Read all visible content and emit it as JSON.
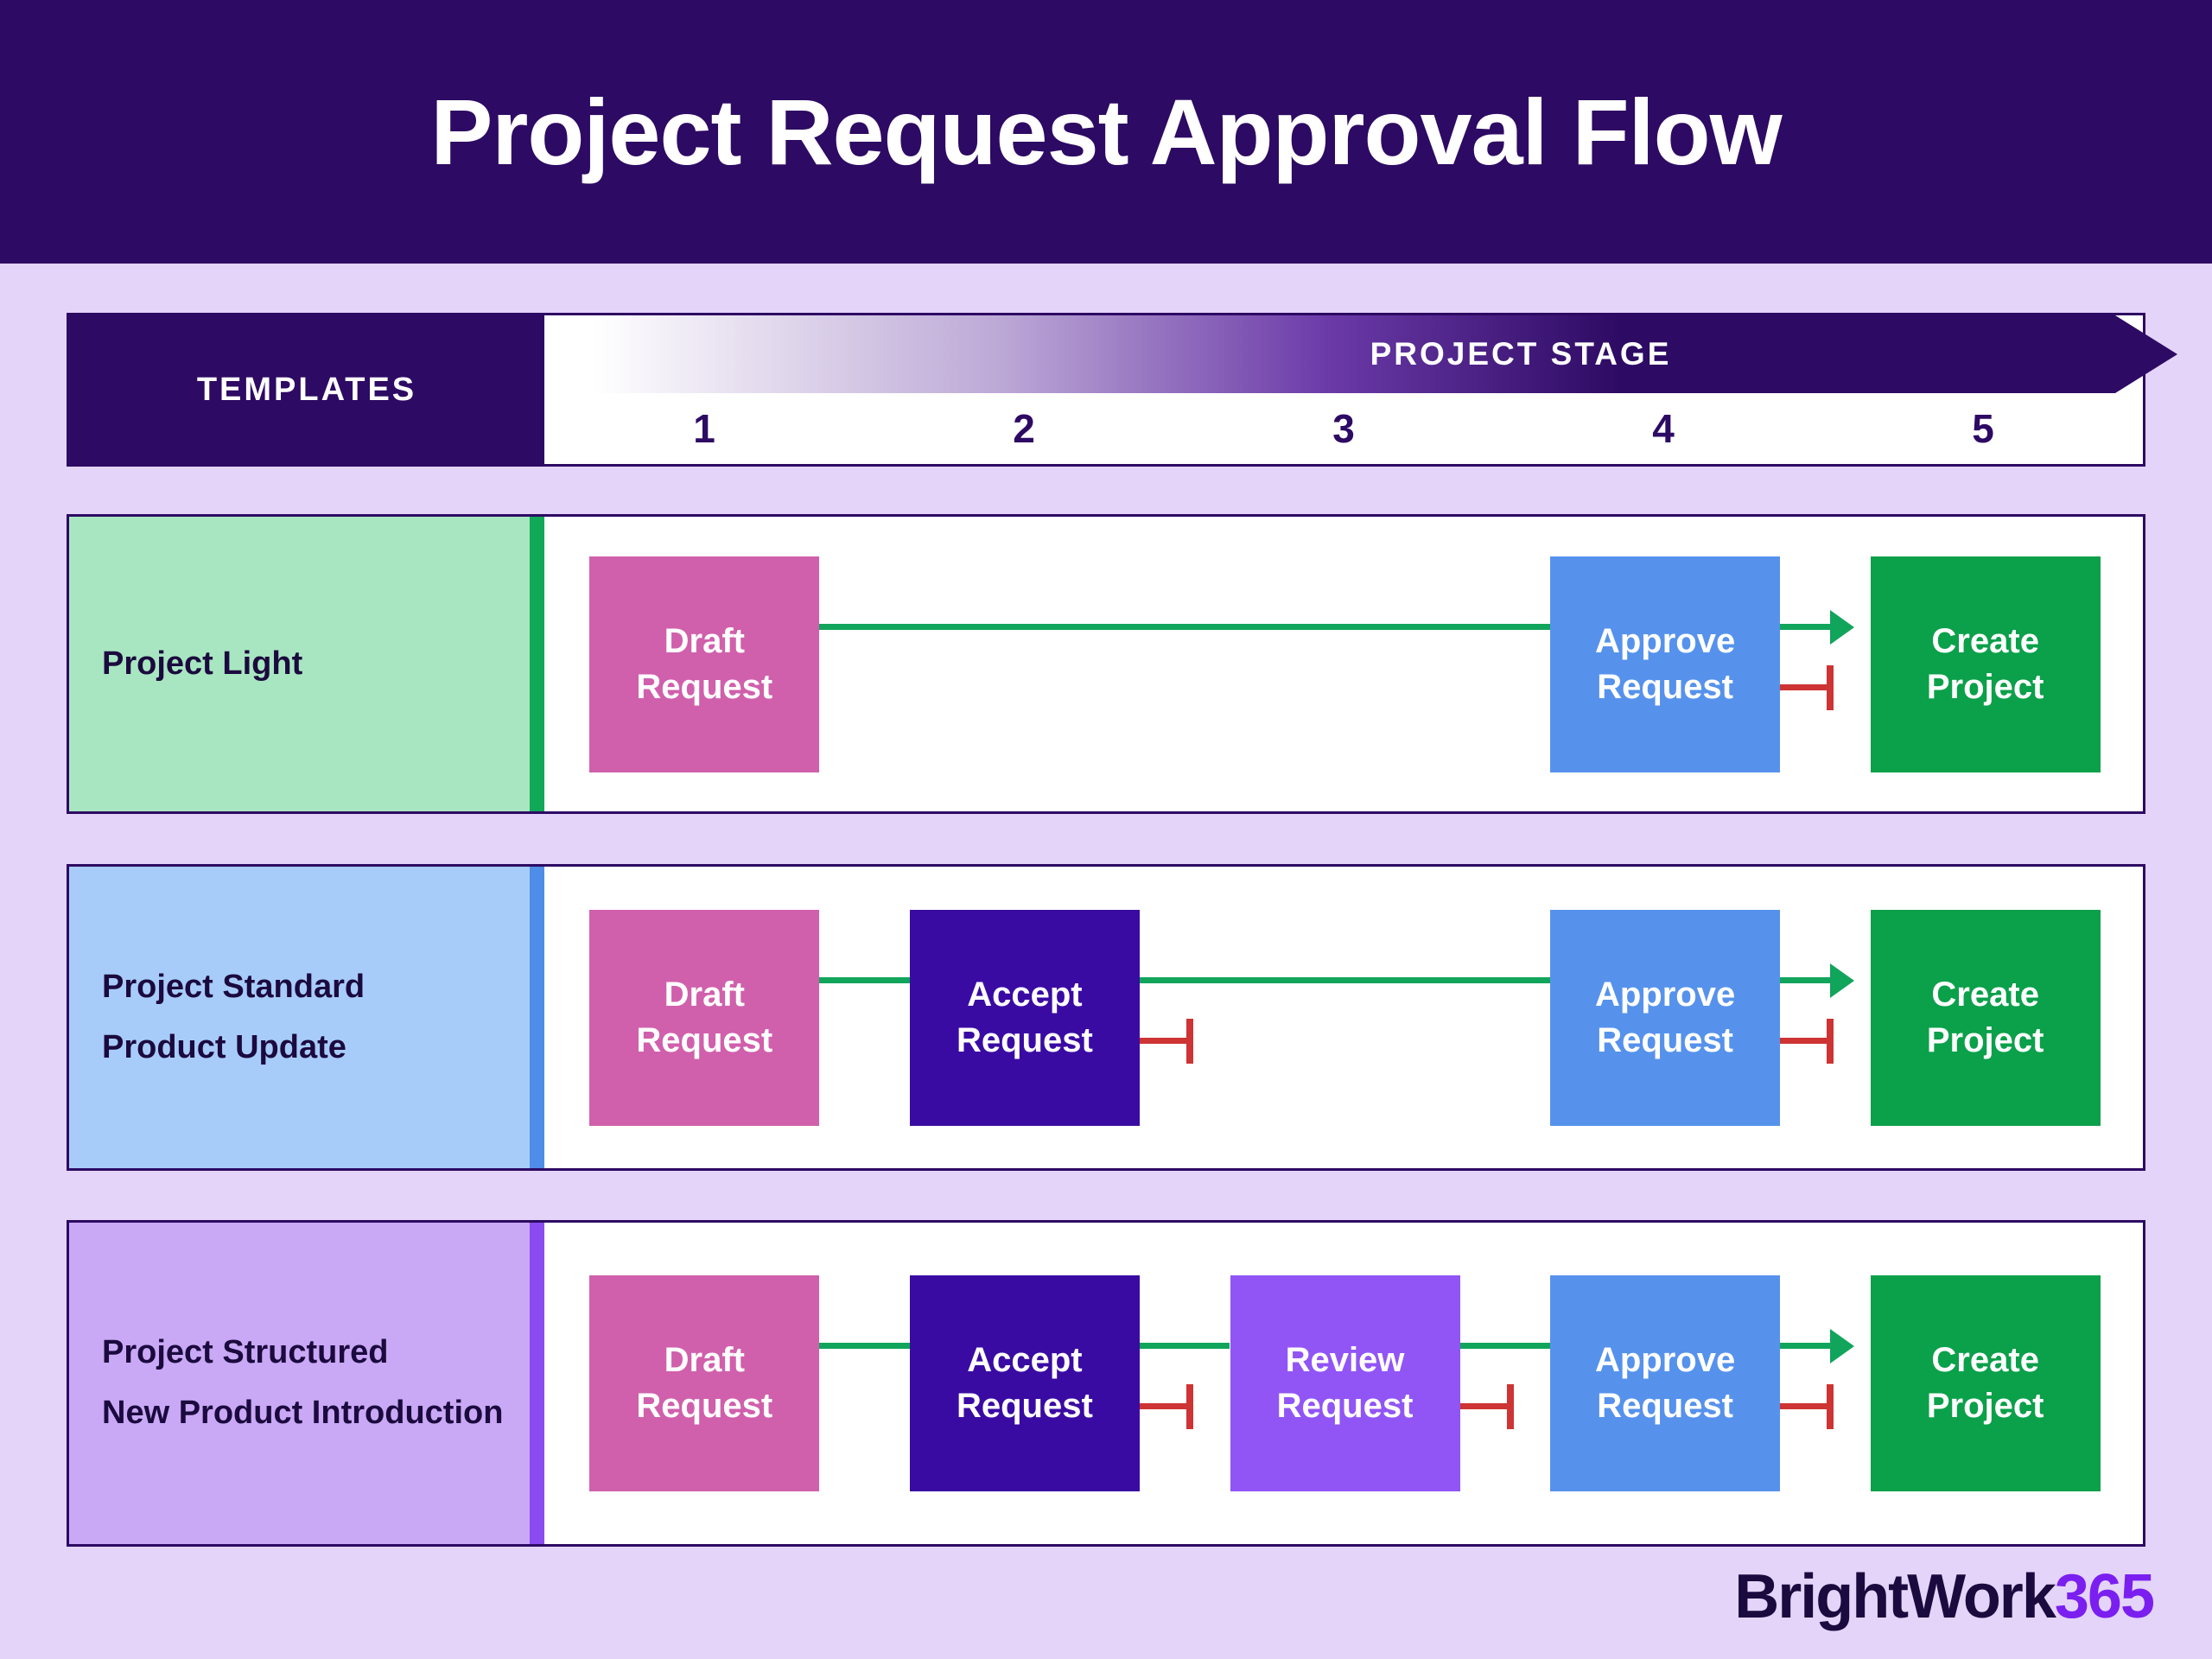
{
  "header": {
    "title": "Project Request Approval Flow",
    "bar_color": "#2D0A63"
  },
  "page": {
    "background_color": "#E4D4F9"
  },
  "table": {
    "templates_header": "TEMPLATES",
    "stage_header": "PROJECT STAGE",
    "stage_numbers": [
      "1",
      "2",
      "3",
      "4",
      "5"
    ]
  },
  "rows": [
    {
      "label_lines": [
        "Project Light"
      ],
      "cell_color": "#A8E6C1",
      "accent_color": "#0FA958",
      "nodes": [
        {
          "label_top": "Draft",
          "label_bottom": "Request",
          "color": "#D060AC",
          "stage": 1
        },
        {
          "label_top": "Approve",
          "label_bottom": "Request",
          "color": "#5692EC",
          "stage": 4
        },
        {
          "label_top": "Create",
          "label_bottom": "Project",
          "color": "#0BA04A",
          "stage": 5
        }
      ],
      "connectors": [
        {
          "type": "green-line",
          "from_stage": 1,
          "to_stage": 4
        },
        {
          "type": "green-arrow",
          "from_stage": 4,
          "to_stage": 5
        },
        {
          "type": "red-stop",
          "from_stage": 4,
          "to_stage": 5
        }
      ]
    },
    {
      "label_lines": [
        "Project Standard",
        "Product Update"
      ],
      "cell_color": "#A8CCFA",
      "accent_color": "#4E8DE8",
      "nodes": [
        {
          "label_top": "Draft",
          "label_bottom": "Request",
          "color": "#D060AC",
          "stage": 1
        },
        {
          "label_top": "Accept",
          "label_bottom": "Request",
          "color": "#3A0BA3",
          "stage": 2
        },
        {
          "label_top": "Approve",
          "label_bottom": "Request",
          "color": "#5692EC",
          "stage": 4
        },
        {
          "label_top": "Create",
          "label_bottom": "Project",
          "color": "#0BA04A",
          "stage": 5
        }
      ],
      "connectors": [
        {
          "type": "green-line",
          "from_stage": 1,
          "to_stage": 2
        },
        {
          "type": "green-line",
          "from_stage": 2,
          "to_stage": 4
        },
        {
          "type": "red-stop",
          "from_stage": 2,
          "to_stage": 3
        },
        {
          "type": "green-arrow",
          "from_stage": 4,
          "to_stage": 5
        },
        {
          "type": "red-stop",
          "from_stage": 4,
          "to_stage": 5
        }
      ]
    },
    {
      "label_lines": [
        "Project Structured",
        "New Product Introduction"
      ],
      "cell_color": "#C9A8F5",
      "accent_color": "#8A4BF0",
      "nodes": [
        {
          "label_top": "Draft",
          "label_bottom": "Request",
          "color": "#D060AC",
          "stage": 1
        },
        {
          "label_top": "Accept",
          "label_bottom": "Request",
          "color": "#3A0BA3",
          "stage": 2
        },
        {
          "label_top": "Review",
          "label_bottom": "Request",
          "color": "#9155F5",
          "stage": 3
        },
        {
          "label_top": "Approve",
          "label_bottom": "Request",
          "color": "#5692EC",
          "stage": 4
        },
        {
          "label_top": "Create",
          "label_bottom": "Project",
          "color": "#0BA04A",
          "stage": 5
        }
      ],
      "connectors": [
        {
          "type": "green-line",
          "from_stage": 1,
          "to_stage": 2
        },
        {
          "type": "green-line",
          "from_stage": 2,
          "to_stage": 3
        },
        {
          "type": "red-stop",
          "from_stage": 2,
          "to_stage": 3
        },
        {
          "type": "green-line",
          "from_stage": 3,
          "to_stage": 4
        },
        {
          "type": "red-stop",
          "from_stage": 3,
          "to_stage": 4
        },
        {
          "type": "green-arrow",
          "from_stage": 4,
          "to_stage": 5
        },
        {
          "type": "red-stop",
          "from_stage": 4,
          "to_stage": 5
        }
      ]
    }
  ],
  "logo": {
    "brand": "BrightWork",
    "suffix": "365",
    "brand_color": "#1B0A3E",
    "suffix_color": "#7A1FF0"
  }
}
